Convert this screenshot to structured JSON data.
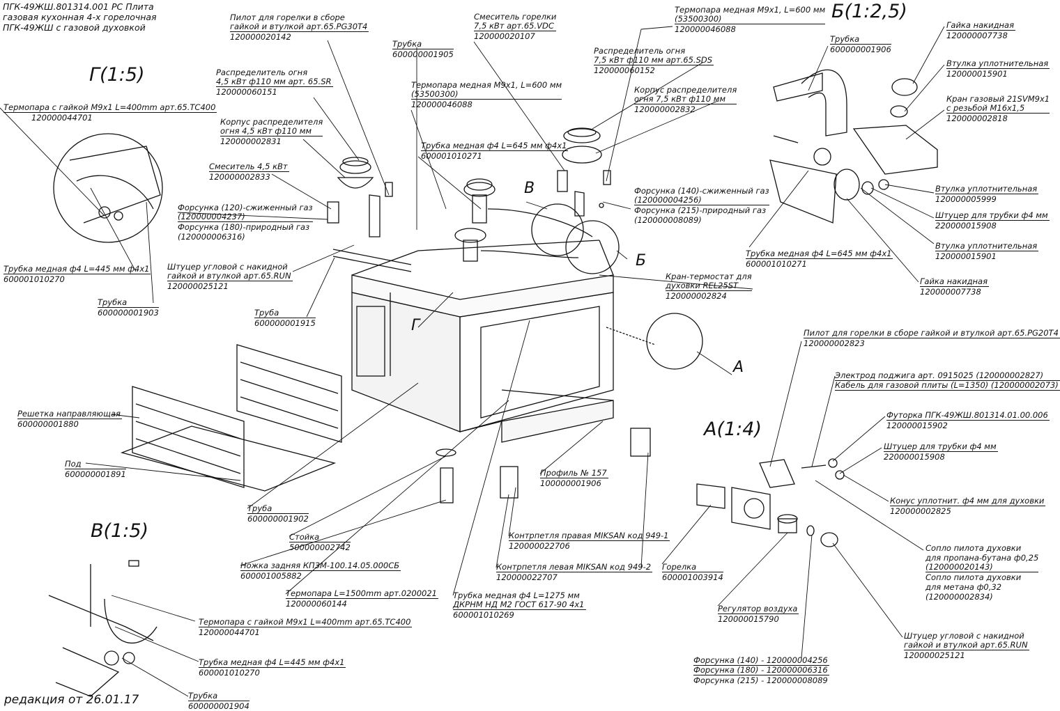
{
  "title": {
    "line1": "ПГК-49ЖШ.801314.001 РС Плита",
    "line2": "газовая кухонная 4-х горелочная",
    "line3": "ПГК-49ЖШ с газовой духовкой"
  },
  "revision": "редакция от 26.01.17",
  "views": {
    "g": "Г(1:5)",
    "b": "Б(1:2,5)",
    "a": "А(1:4)",
    "v": "В(1:5)"
  },
  "callouts": {
    "v": "В",
    "b": "Б",
    "g": "Г",
    "a": "А"
  },
  "labels": [
    {
      "id": "pilot-pg30t4",
      "title": "Пилот для горелки в сборе",
      "title2": "гайкой и втулкой арт.65.PG30T4",
      "code": "12000002014​2"
    },
    {
      "id": "tubka-1905",
      "title": "Трубка",
      "code": "600000001905"
    },
    {
      "id": "smesitel-75",
      "title": "Смеситель горелки",
      "title2": "7,5 кВт арт.65.VDC",
      "code": "120000020107"
    },
    {
      "id": "termopara-600-top",
      "title": "Термопара медная М9х1, L=600 мм",
      "title2": "(53500300)",
      "code": "120000046088"
    },
    {
      "id": "tubka-1906",
      "title": "Трубка",
      "code": "600000001906"
    },
    {
      "id": "raspred-45",
      "title": "Распределитель огня",
      "title2": "4,5 кВт ф110 мм арт. 65.SR",
      "code": "120000060151"
    },
    {
      "id": "raspred-75",
      "title": "Распределитель огня",
      "title2": "7,5 кВт ф110 мм арт.65.SDS",
      "code": "120000060152"
    },
    {
      "id": "termopara-600-mid",
      "title": "Термопара медная М9х1, L=600 мм",
      "title2": "(53500300)",
      "code": "120000046088"
    },
    {
      "id": "korpus-75",
      "title": "Корпус распределителя",
      "title2": "огня 7,5 кВт ф110 мм",
      "code": "120000002832"
    },
    {
      "id": "korpus-45",
      "title": "Корпус распределителя",
      "title2": "огня 4,5 кВт ф110 мм",
      "code": "120000002831"
    },
    {
      "id": "tubka-645-mid",
      "title": "Трубка медная ф4 L=645 мм ф4х1",
      "code": "600001010271"
    },
    {
      "id": "smesitel-45",
      "title": "Смеситель 4,5 кВт",
      "code": "120000002833"
    },
    {
      "id": "forsunka-140-215",
      "title": "Форсунка (140)-сжиженный газ",
      "title2": "(120000004256)",
      "title3": "Форсунка (215)-природный газ",
      "code": "(120000008089)"
    },
    {
      "id": "forsunka-120-180",
      "title": "Форсунка (120)-сжиженный газ",
      "title2": "(120000004237)",
      "title3": "Форсунка (180)-природный газ",
      "code": "(120000006316)"
    },
    {
      "id": "termopara-400-g",
      "title": "Термопара с гайкой М9х1 L=400mm арт.65.TC400",
      "code": "120000044701"
    },
    {
      "id": "tubka-445-g",
      "title": "Трубка медная ф4 L=445 мм ф4х1",
      "code": "600001010270"
    },
    {
      "id": "tubka-1903",
      "title": "Трубка",
      "code": "600000001903"
    },
    {
      "id": "shtucer-run-top",
      "title": "Штуцер угловой с накидной",
      "title2": "гайкой и втулкой арт.65.RUN",
      "code": "120000025121"
    },
    {
      "id": "truba-1915",
      "title": "Труба",
      "code": "600000001915"
    },
    {
      "id": "kran-termostat",
      "title": "Кран-термостат для",
      "title2": "духовки REL25ST",
      "code": "120000002824"
    },
    {
      "id": "tubka-645-b",
      "title": "Трубка медная ф4 L=645 мм ф4х1",
      "code": "600001010271"
    },
    {
      "id": "gaika-b-top",
      "title": "Гайка накидная",
      "code": "120000007738"
    },
    {
      "id": "vtulka-b-top",
      "title": "Втулка уплотнительная",
      "code": "120000015901"
    },
    {
      "id": "kran-21svm",
      "title": "Кран газовый  21SVM9х1",
      "title2": "с резьбой М16х1,5",
      "code": "120000002818"
    },
    {
      "id": "vtulka-5999",
      "title": "Втулка уплотнительная",
      "code": "120000005999"
    },
    {
      "id": "shtucer-f4-b",
      "title": "Штуцер для трубки ф4 мм",
      "code": "220000015908"
    },
    {
      "id": "vtulka-b-bot",
      "title": "Втулка уплотнительная",
      "code": "120000015901"
    },
    {
      "id": "gaika-b-bot",
      "title": "Гайка накидная",
      "code": "120000007738"
    },
    {
      "id": "pilot-pg20t4",
      "title": "Пилот для горелки в сборе гайкой и втулкой арт.65.PG20T4",
      "code": "120000002823"
    },
    {
      "id": "elektrod",
      "title": "Электрод поджига арт. 0915025 (120000002827)",
      "code": "Кабель для газовой плиты (L=1350) (120000002073)"
    },
    {
      "id": "futorka",
      "title": "Футорка ПГК-49ЖШ.801314.01.00.006",
      "code": "120000015902"
    },
    {
      "id": "shtucer-f4-a",
      "title": "Штуцер для трубки ф4 мм",
      "code": "220000015908"
    },
    {
      "id": "konus",
      "title": "Конус уплотнит. ф4 мм для духовки",
      "code": "120000002825"
    },
    {
      "id": "soplo",
      "title": "Сопло пилота духовки",
      "title2": "для пропана-бутана ф0,25",
      "title3": "(120000020143)",
      "title4": "Сопло пилота духовки",
      "title5": "для метана ф0,32",
      "code": "(120000002834)"
    },
    {
      "id": "shtucer-run-a",
      "title": "Штуцер угловой с накидной",
      "title2": "гайкой и втулкой арт.65.RUN",
      "code": "120000025121"
    },
    {
      "id": "gorelka",
      "title": "Горелка",
      "code": "600001003914"
    },
    {
      "id": "regulyator",
      "title": "Регулятор воздуха",
      "code": "120000015790"
    },
    {
      "id": "reshetka",
      "title": "Решетка направляющая",
      "code": "600000001880"
    },
    {
      "id": "pod",
      "title": "Под",
      "code": "600000001891"
    },
    {
      "id": "truba-1902",
      "title": "Труба",
      "code": "600000001902"
    },
    {
      "id": "stoyka",
      "title": "Стойка",
      "code": "500000002742"
    },
    {
      "id": "nozhka",
      "title": "Ножка задняя КПЗМ-100.14.05.000СБ",
      "code": "600001005882"
    },
    {
      "id": "termopara-1500",
      "title": "Термопара L=1500mm арт.0200021",
      "code": "120000060144"
    },
    {
      "id": "profil",
      "title": "Профиль № 157",
      "code": "100000001906"
    },
    {
      "id": "kontrpetlya-pr",
      "title": "Контрпетля правая MIKSAN код 949-1",
      "code": "120000022706"
    },
    {
      "id": "kontrpetlya-lev",
      "title": "Контрпетля левая MIKSAN код 949-2",
      "code": "120000022707"
    },
    {
      "id": "tubka-1275",
      "title": "Трубка медная ф4 L=1275 мм",
      "title2": "ДКРНМ НД М2 ГОСТ 617-90 4х1",
      "code": "600001010269"
    },
    {
      "id": "termopara-400-v",
      "title": "Термопара с гайкой М9х1 L=400mm арт.65.TC400",
      "code": "120000044701"
    },
    {
      "id": "tubka-445-v",
      "title": "Трубка медная ф4 L=445 мм ф4х1",
      "code": "600001010270"
    },
    {
      "id": "tubka-1904",
      "title": "Трубка",
      "code": "600000001904"
    }
  ],
  "forsunki_a": {
    "f140": "Форсунка (140) - 120000004256",
    "f180": "Форсунка (180) - 120000006316",
    "f215": "Форсунка (215) - 120000008089"
  }
}
